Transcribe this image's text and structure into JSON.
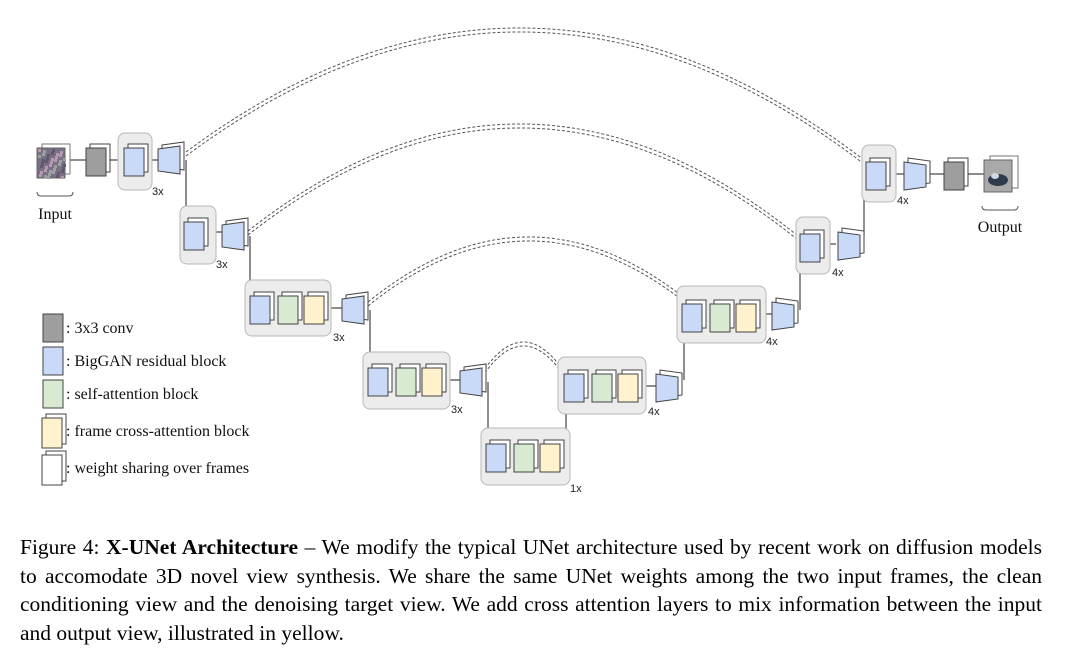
{
  "diagram": {
    "io": {
      "input_label": "Input",
      "output_label": "Output"
    },
    "multipliers": [
      "3x",
      "3x",
      "3x",
      "3x",
      "1x",
      "4x",
      "4x",
      "4x",
      "4x"
    ],
    "legend": [
      {
        "kind": "conv",
        "text": ": 3x3 conv"
      },
      {
        "kind": "bigGAN",
        "text": ": BigGAN residual block"
      },
      {
        "kind": "selfattn",
        "text": ": self-attention block"
      },
      {
        "kind": "crossattn",
        "text": ": frame cross-attention block"
      },
      {
        "kind": "sharing",
        "text": ": weight sharing over frames"
      }
    ],
    "colors": {
      "conv": "#9e9e9e",
      "bigGAN": "#c9daf8",
      "selfattn": "#d9ead3",
      "crossattn": "#fff2cc",
      "group_bg": "#ececec",
      "group_border": "#b7b7b7",
      "block_border": "#434343"
    }
  },
  "caption": {
    "prefix": "Figure 4: ",
    "title": "X-UNet Architecture",
    "body": " – We modify the typical UNet architecture used by recent work on diffusion models to accomodate 3D novel view synthesis. We share the same UNet weights among the two input frames, the clean conditioning view and the denoising target view.  We add cross attention layers to mix information between the input and output view, illustrated in yellow."
  }
}
